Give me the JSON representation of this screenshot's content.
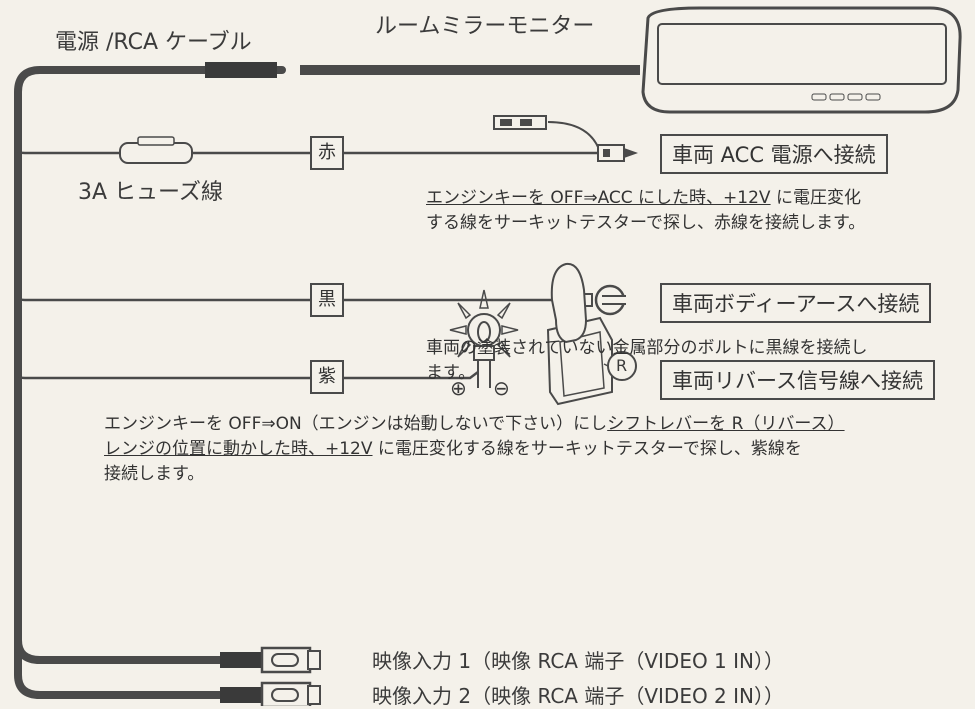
{
  "colors": {
    "background": "#f4f1ea",
    "line": "#4a4a4a"
  },
  "labels": {
    "cable": "電源 /RCA ケーブル",
    "mirror": "ルームミラーモニター",
    "fuse": "3A ヒューズ線",
    "acc_box": "車両 ACC 電源へ接続",
    "ground_box": "車両ボディーアースへ接続",
    "reverse_box": "車両リバース信号線へ接続",
    "video1": "映像入力 1（映像 RCA 端子（VIDEO 1 IN））",
    "video2": "映像入力 2（映像 RCA 端子（VIDEO 2 IN））"
  },
  "wire_tags": {
    "red": "赤",
    "black": "黒",
    "purple": "紫"
  },
  "notes": {
    "acc_line1_underlined": "エンジンキーを OFF⇒ACC にした時、+12V",
    "acc_line1_rest": " に電圧変化",
    "acc_line2": "する線をサーキットテスターで探し、赤線を接続します。",
    "ground_line1": "車両の塗装されていない金属部分のボルトに黒線を接続し",
    "ground_line2": "ます。",
    "rev_line1_a": "エンジンキーを OFF⇒ON（エンジンは始動しないで下さい）にし",
    "rev_line1_b_underlined": "シフトレバーを R（リバース）",
    "rev_line2_underlined": "レンジの位置に動かした時、+12V",
    "rev_line2_rest": " に電圧変化する線をサーキットテスターで探し、紫線を",
    "rev_line3": "接続します。"
  },
  "symbols": {
    "plus": "⊕",
    "minus": "⊖",
    "reverse": "R"
  },
  "icons": [
    "fuse-holder-icon",
    "connector-plug-icon",
    "ring-terminal-icon",
    "reverse-lamp-icon",
    "shift-lever-icon",
    "rca-plug-icon",
    "mirror-monitor-icon"
  ]
}
